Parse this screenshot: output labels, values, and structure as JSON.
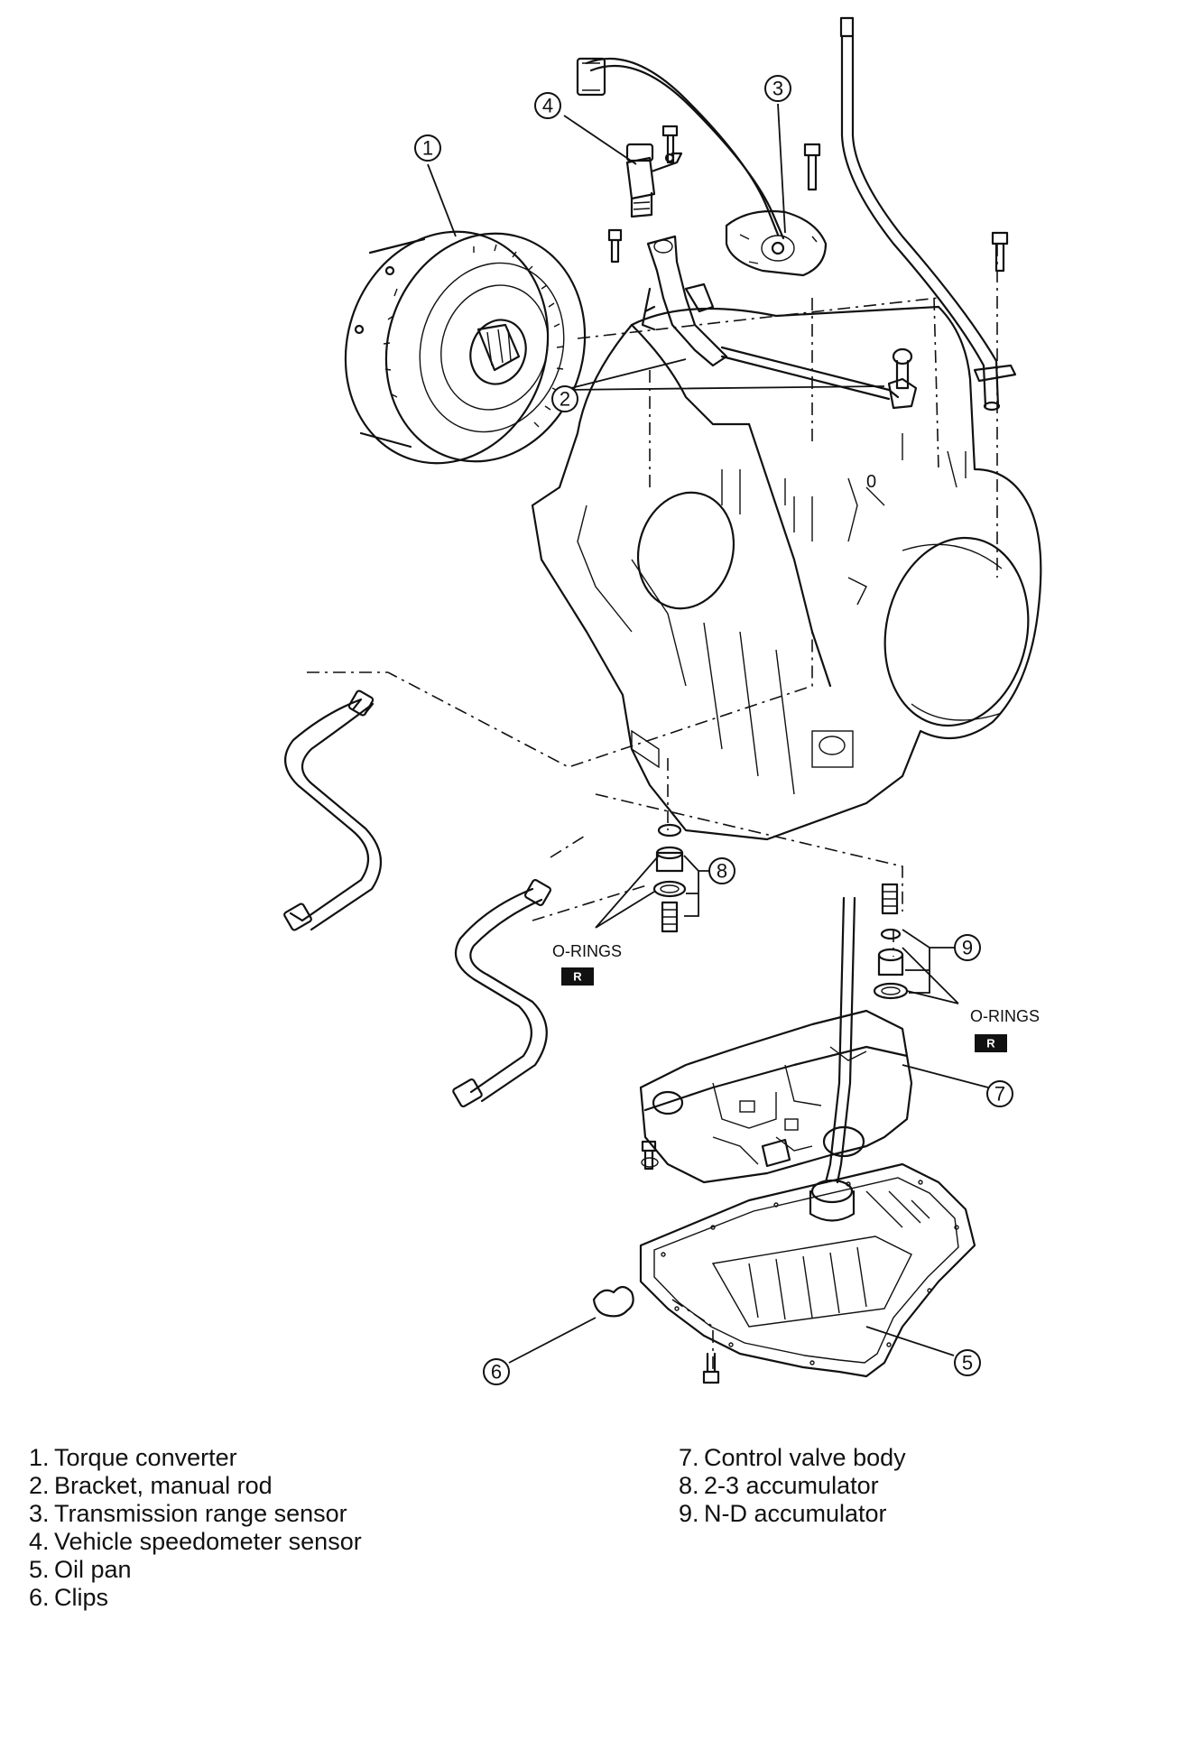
{
  "callouts": [
    "1",
    "2",
    "3",
    "4",
    "5",
    "6",
    "7",
    "8",
    "9"
  ],
  "o_rings_label": "O-RINGS",
  "replace_badge": "R",
  "legend": {
    "left": [
      {
        "num": "1.",
        "text": "Torque converter"
      },
      {
        "num": "2.",
        "text": "Bracket, manual rod"
      },
      {
        "num": "3.",
        "text": "Transmission range sensor"
      },
      {
        "num": "4.",
        "text": "Vehicle speedometer sensor"
      },
      {
        "num": "5.",
        "text": "Oil pan"
      },
      {
        "num": "6.",
        "text": "Clips"
      }
    ],
    "right": [
      {
        "num": "7.",
        "text": "Control valve body"
      },
      {
        "num": "8.",
        "text": "2-3 accumulator"
      },
      {
        "num": "9.",
        "text": "N-D accumulator"
      }
    ]
  }
}
